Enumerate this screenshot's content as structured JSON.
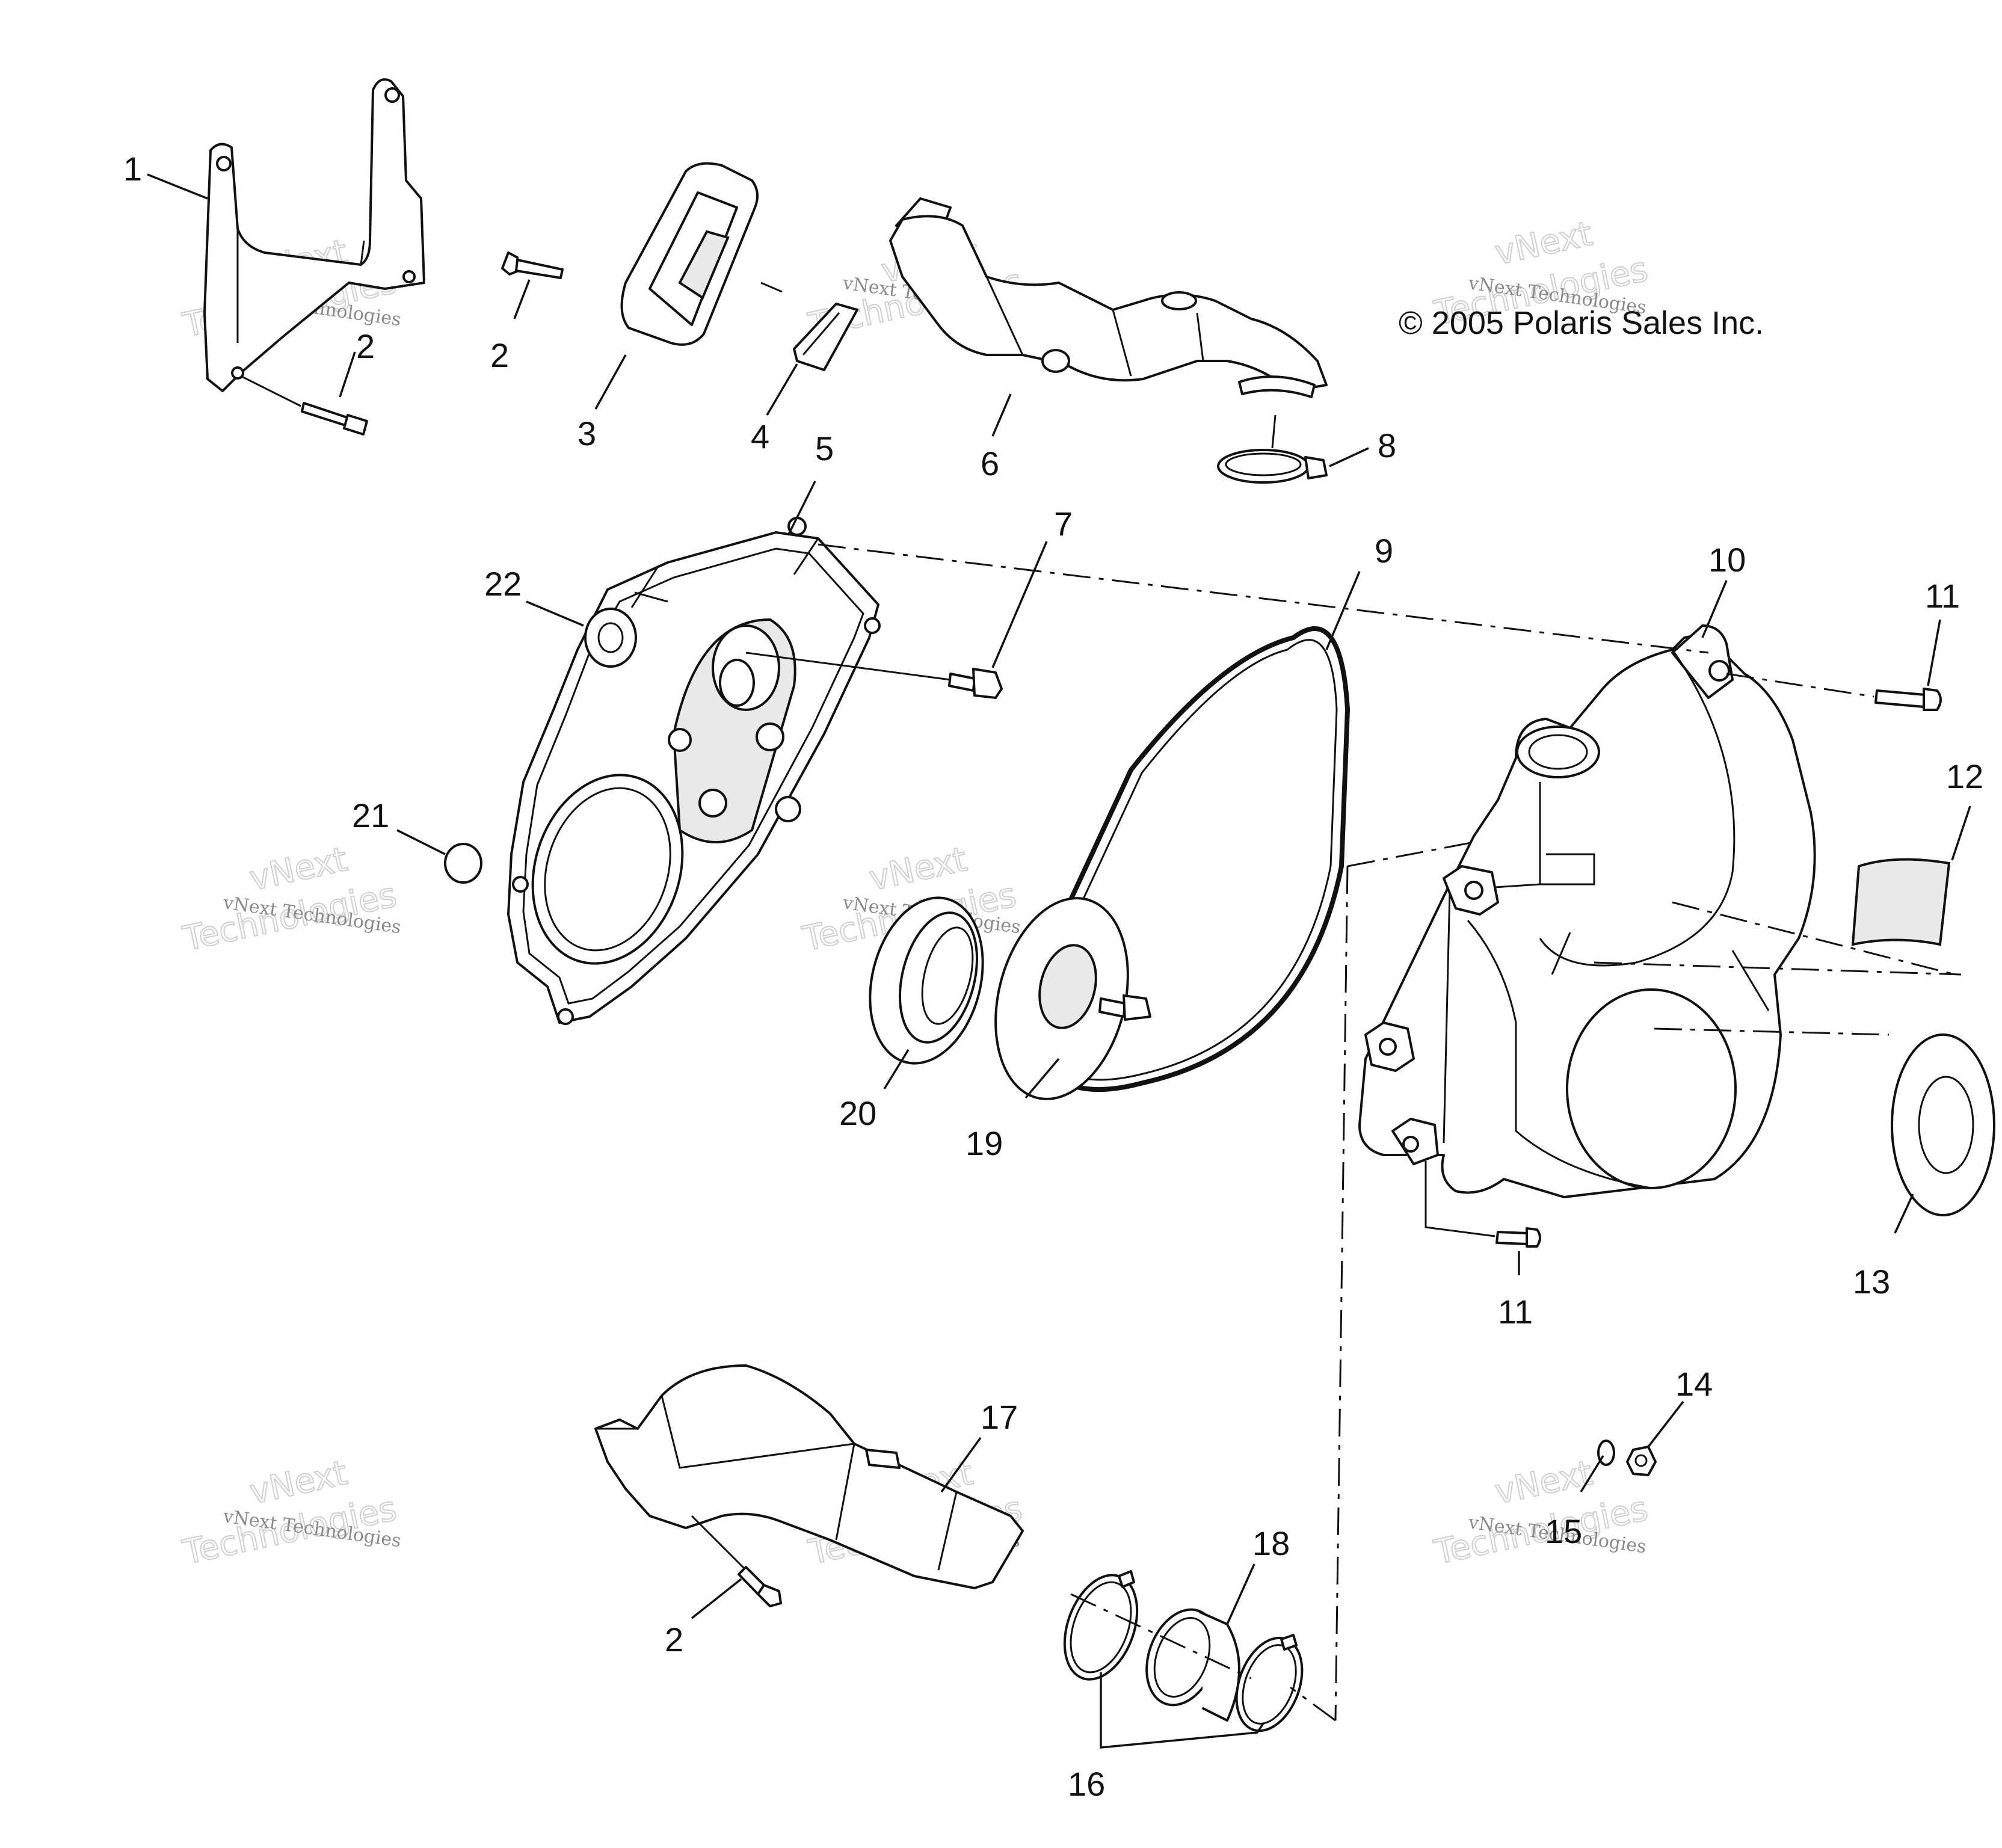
{
  "copyright": "© 2005 Polaris Sales Inc.",
  "watermark": {
    "brand_line1": "vNext",
    "brand_line2": "Technologies",
    "small": "vNext Technologies"
  },
  "callouts": {
    "c1": "1",
    "c2a": "2",
    "c2b": "2",
    "c2c": "2",
    "c3": "3",
    "c4": "4",
    "c5": "5",
    "c6": "6",
    "c7": "7",
    "c8": "8",
    "c9": "9",
    "c10": "10",
    "c11a": "11",
    "c11b": "11",
    "c12": "12",
    "c13": "13",
    "c14": "14",
    "c15": "15",
    "c16": "16",
    "c17": "17",
    "c18": "18",
    "c19": "19",
    "c20": "20",
    "c21": "21",
    "c22": "22"
  }
}
